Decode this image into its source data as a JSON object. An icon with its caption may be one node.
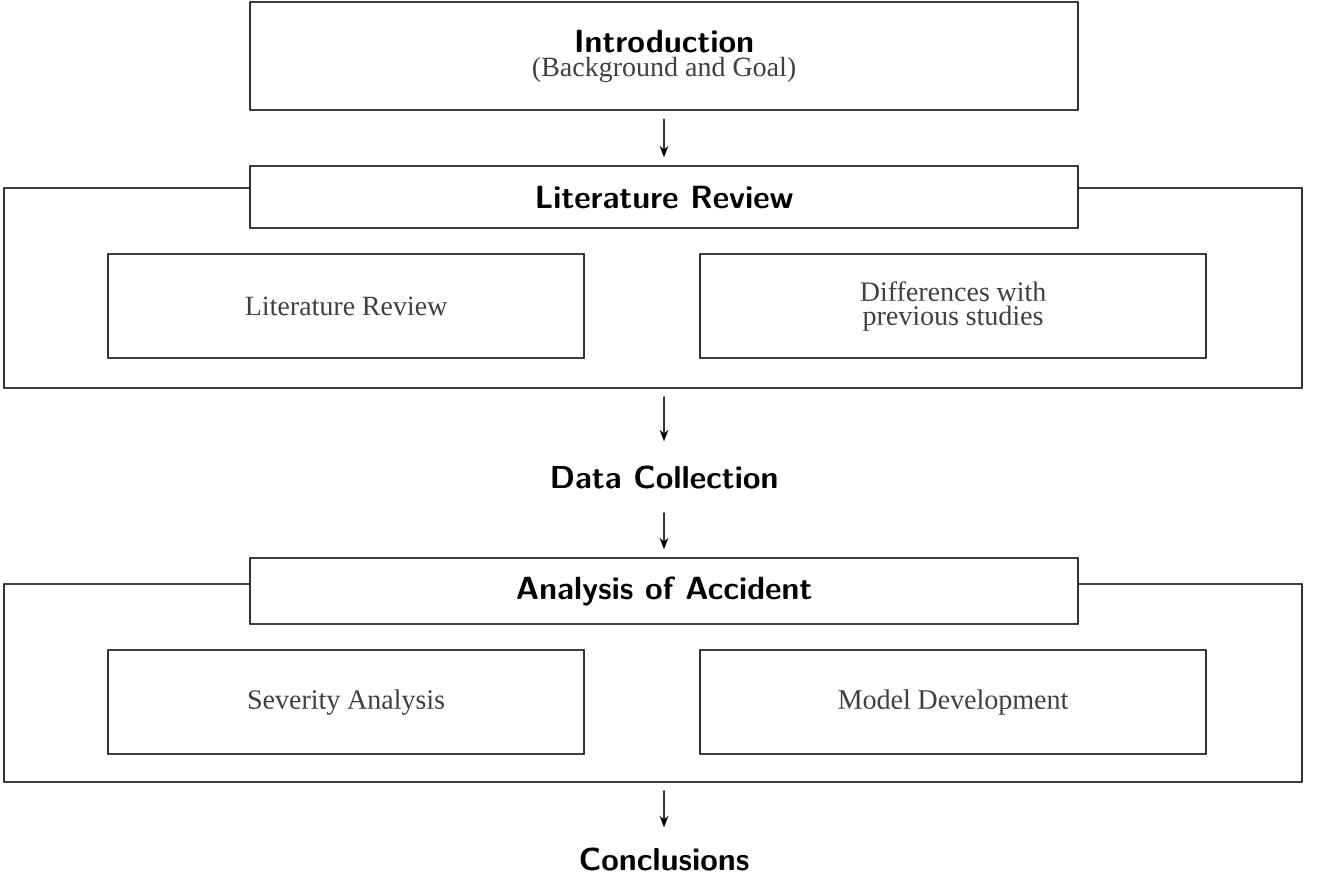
{
  "diagram": {
    "nodes": [
      {
        "text": [
          "Introduction",
          "(Background and Goal)"
        ]
      },
      {
        "text": [
          "Literature Review"
        ]
      },
      {
        "text": [
          "Literature Review"
        ],
        "in": 1
      },
      {
        "text": [
          "Differences with previous studies"
        ],
        "in": 1
      },
      {
        "text": [
          "Data Collection"
        ]
      },
      {
        "text": [
          "Analysis of Accident"
        ]
      },
      {
        "text": [
          "Severity Analysis"
        ],
        "in": 5
      },
      {
        "text": [
          "Model Development"
        ],
        "in": 5
      },
      {
        "text": [
          "Conclusions"
        ]
      }
    ],
    "edges": [
      {
        "from": 0,
        "to": 1,
        "arrow": "to"
      },
      {
        "from": 1,
        "to": 4,
        "arrow": "to"
      },
      {
        "from": 4,
        "to": 5,
        "arrow": "to"
      },
      {
        "from": 5,
        "to": 8,
        "arrow": "to"
      }
    ]
  }
}
